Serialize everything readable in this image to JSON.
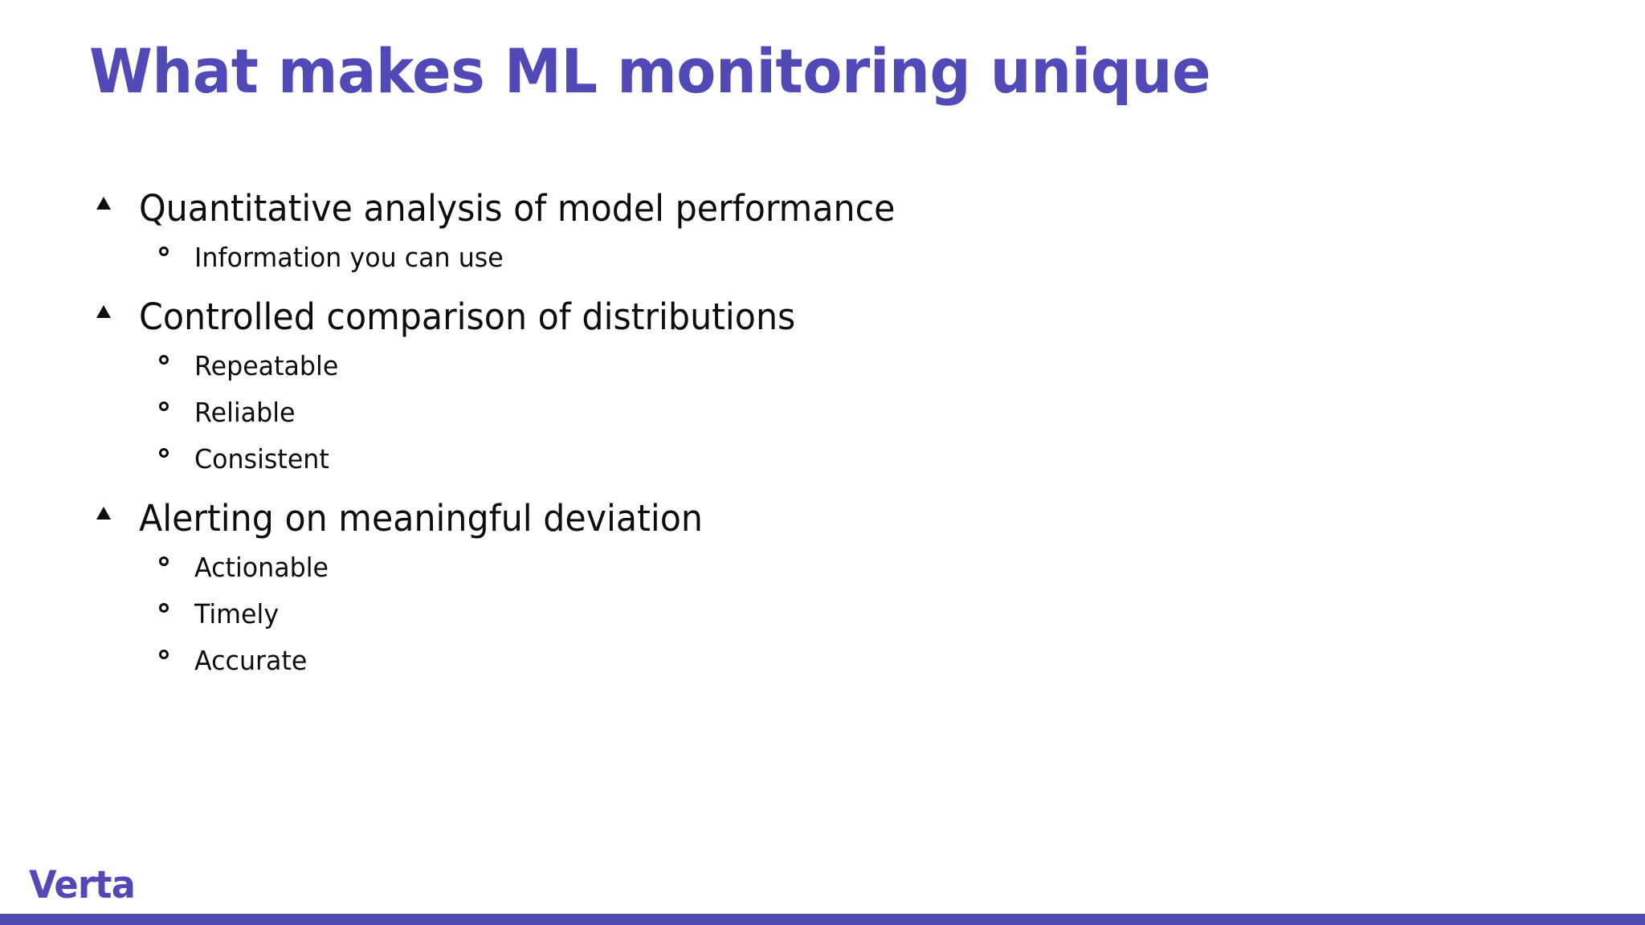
{
  "slide": {
    "background_color": "#ffffff",
    "title": "What makes ML monitoring unique",
    "title_color": "#5249b8",
    "body_text_color": "#0d0d0d",
    "bullets": [
      {
        "level": 1,
        "marker": "filled-triangle-up",
        "text": "Quantitative analysis of model performance",
        "children": [
          {
            "level": 2,
            "marker": "hollow-circle",
            "text": "Information you can use"
          }
        ]
      },
      {
        "level": 1,
        "marker": "filled-triangle-up",
        "text": "Controlled comparison of distributions",
        "children": [
          {
            "level": 2,
            "marker": "hollow-circle",
            "text": "Repeatable"
          },
          {
            "level": 2,
            "marker": "hollow-circle",
            "text": "Reliable"
          },
          {
            "level": 2,
            "marker": "hollow-circle",
            "text": "Consistent"
          }
        ]
      },
      {
        "level": 1,
        "marker": "filled-triangle-up",
        "text": "Alerting on meaningful deviation",
        "children": [
          {
            "level": 2,
            "marker": "hollow-circle",
            "text": "Actionable"
          },
          {
            "level": 2,
            "marker": "hollow-circle",
            "text": "Timely"
          },
          {
            "level": 2,
            "marker": "hollow-circle",
            "text": "Accurate"
          }
        ]
      }
    ],
    "footer": {
      "logo_text": "Verta",
      "logo_color": "#5249b8",
      "bar_color": "#504bad"
    }
  }
}
